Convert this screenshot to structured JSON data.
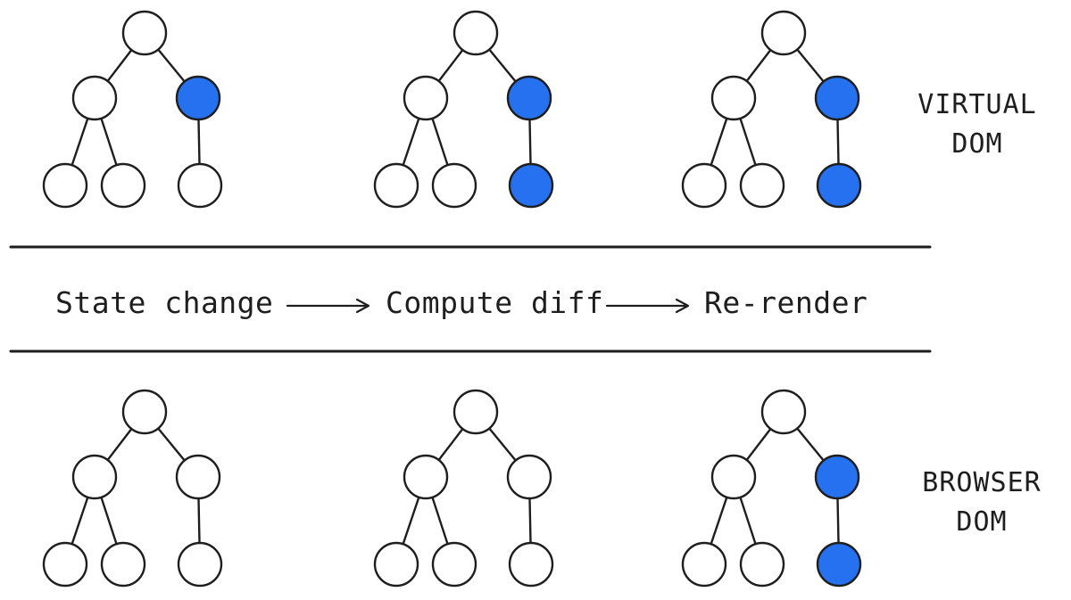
{
  "colors": {
    "highlight": "#2671ef",
    "plain": "#ffffff",
    "stroke": "#1e1e1e"
  },
  "rows": [
    {
      "label_line1": "VIRTUAL",
      "label_line2": "DOM",
      "trees": [
        {
          "highlighted": [
            "right",
            "right_child"
          ],
          "highlight_count": 1
        },
        {
          "highlighted": [
            "right",
            "right_child"
          ],
          "highlight_count": 2
        },
        {
          "highlighted": [
            "right",
            "right_child"
          ],
          "highlight_count": 2
        }
      ]
    },
    {
      "label_line1": "BROWSER",
      "label_line2": "DOM",
      "trees": [
        {
          "highlight_count": 0
        },
        {
          "highlight_count": 0
        },
        {
          "highlight_count": 2
        }
      ]
    }
  ],
  "steps": {
    "first": "State change",
    "second": "Compute diff",
    "third": "Re-render"
  }
}
